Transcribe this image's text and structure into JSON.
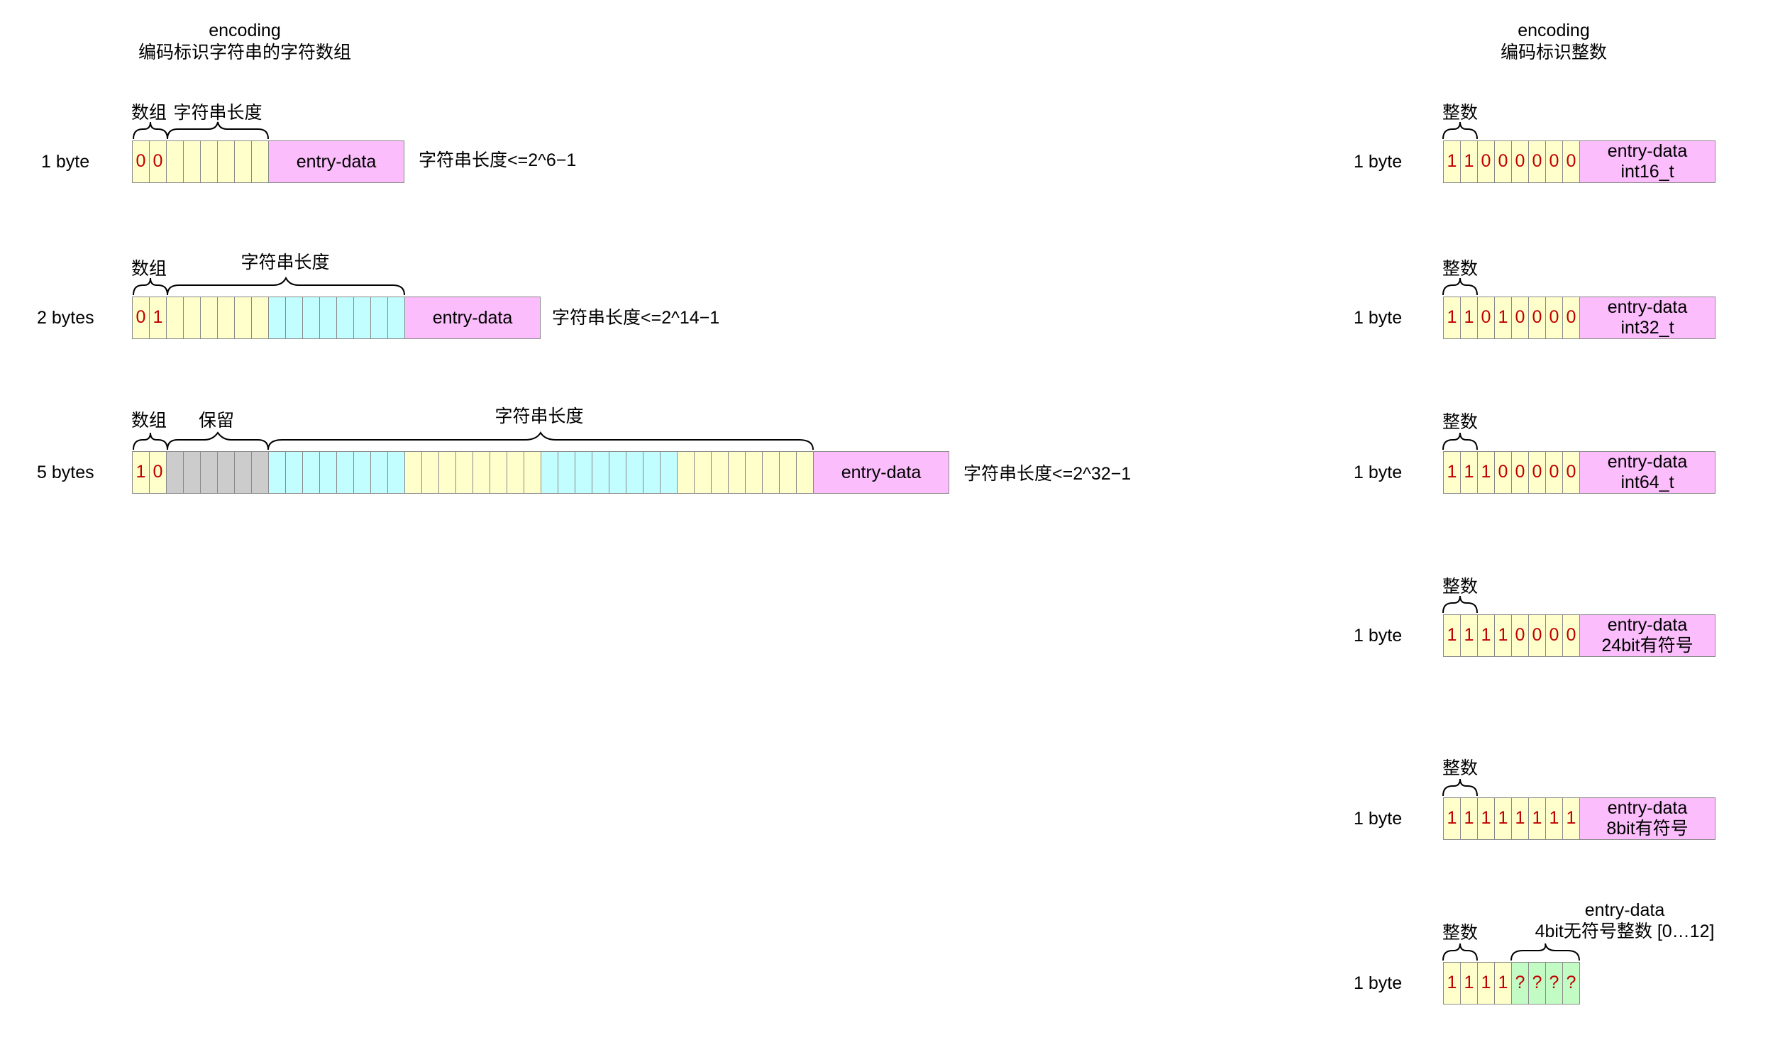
{
  "left": {
    "title_line1": "encoding",
    "title_line2": "编码标识字符串的字符数组",
    "rows": [
      {
        "size_label": "1 byte",
        "brace_labels": [
          "数组",
          "字符串长度"
        ],
        "bits": [
          "0",
          "0",
          "",
          "",
          "",
          "",
          "",
          ""
        ],
        "entry_label": "entry-data",
        "note": "字符串长度<=2^6−1"
      },
      {
        "size_label": "2 bytes",
        "brace_labels": [
          "数组",
          "字符串长度"
        ],
        "bits": [
          "0",
          "1"
        ],
        "entry_label": "entry-data",
        "note": "字符串长度<=2^14−1"
      },
      {
        "size_label": "5 bytes",
        "brace_labels": [
          "数组",
          "保留",
          "字符串长度"
        ],
        "bits": [
          "1",
          "0"
        ],
        "entry_label": "entry-data",
        "note": "字符串长度<=2^32−1"
      }
    ]
  },
  "right": {
    "title_line1": "encoding",
    "title_line2": "编码标识整数",
    "rows": [
      {
        "size_label": "1 byte",
        "brace_label": "整数",
        "bits": [
          "1",
          "1",
          "0",
          "0",
          "0",
          "0",
          "0",
          "0"
        ],
        "entry_line1": "entry-data",
        "entry_line2": "int16_t"
      },
      {
        "size_label": "1 byte",
        "brace_label": "整数",
        "bits": [
          "1",
          "1",
          "0",
          "1",
          "0",
          "0",
          "0",
          "0"
        ],
        "entry_line1": "entry-data",
        "entry_line2": "int32_t"
      },
      {
        "size_label": "1 byte",
        "brace_label": "整数",
        "bits": [
          "1",
          "1",
          "1",
          "0",
          "0",
          "0",
          "0",
          "0"
        ],
        "entry_line1": "entry-data",
        "entry_line2": "int64_t"
      },
      {
        "size_label": "1 byte",
        "brace_label": "整数",
        "bits": [
          "1",
          "1",
          "1",
          "1",
          "0",
          "0",
          "0",
          "0"
        ],
        "entry_line1": "entry-data",
        "entry_line2": "24bit有符号"
      },
      {
        "size_label": "1 byte",
        "brace_label": "整数",
        "bits": [
          "1",
          "1",
          "1",
          "1",
          "1",
          "1",
          "1",
          "1"
        ],
        "entry_line1": "entry-data",
        "entry_line2": "8bit有符号"
      },
      {
        "size_label": "1 byte",
        "brace_label": "整数",
        "bits": [
          "1",
          "1",
          "1",
          "1",
          "?",
          "?",
          "?",
          "?"
        ],
        "entry_line1": "entry-data",
        "entry_line2": "4bit无符号整数 [0…12]"
      }
    ]
  },
  "colors": {
    "bit_yellow": "#ffffcc",
    "bit_cyan": "#c2fdff",
    "bit_gray": "#cccccc",
    "bit_green": "#c2fbc4",
    "entry_pink": "#fbbdfb",
    "bit_text_red": "#c00000"
  }
}
